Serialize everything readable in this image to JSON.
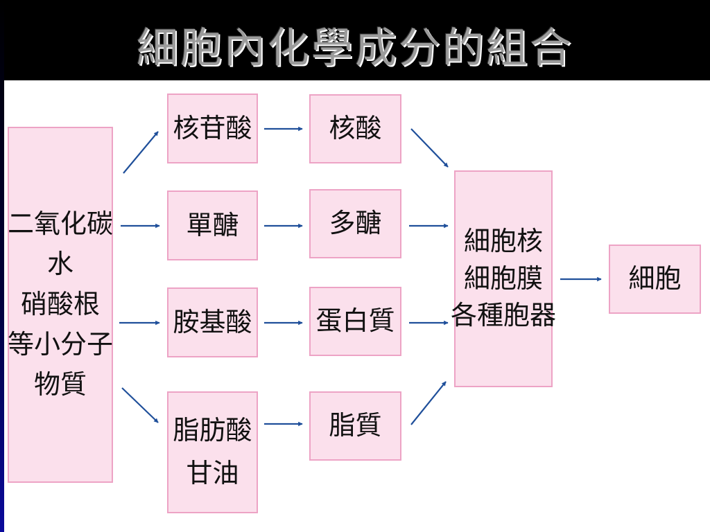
{
  "slide": {
    "title": "細胞內化學成分的組合",
    "sources": [
      "二氧化碳",
      "水",
      "硝酸根",
      "等小分子",
      "物質"
    ],
    "monomers": {
      "nucleotide": "核苷酸",
      "monosaccharide": "單醣",
      "amino_acid": "胺基酸",
      "fatty_acid": [
        "脂肪酸",
        "甘油"
      ]
    },
    "polymers": {
      "nucleic_acid": "核酸",
      "polysaccharide": "多醣",
      "protein": "蛋白質",
      "lipid": "脂質"
    },
    "structures": [
      "細胞核",
      "細胞膜",
      "各種胞器"
    ],
    "result": "細胞"
  },
  "colors": {
    "box_fill": "#fbe0ec",
    "box_border": "#eda3c5",
    "arrow": "#1f4f9a",
    "background": "#000000",
    "canvas": "#ffffff"
  }
}
